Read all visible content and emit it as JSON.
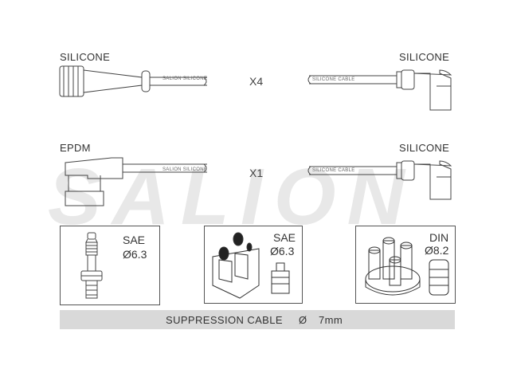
{
  "watermark": "SALION",
  "rows": [
    {
      "left_label": "SILICONE",
      "right_label": "SILICONE",
      "quantity": "X4",
      "left_cable_text": "SALION SILICONE",
      "right_cable_text": "SILICONE CABLE"
    },
    {
      "left_label": "EPDM",
      "right_label": "SILICONE",
      "quantity": "X1",
      "left_cable_text": "SALION SILICONE",
      "right_cable_text": "SILICONE CABLE"
    }
  ],
  "terminals": [
    {
      "standard": "SAE",
      "diameter": "Ø6.3",
      "part": "spark-plug"
    },
    {
      "standard": "SAE",
      "diameter": "Ø6.3",
      "part": "distributor-cap-with-terminal"
    },
    {
      "standard": "DIN",
      "diameter": "Ø8.2",
      "part": "distributor-cap-with-boot"
    }
  ],
  "footer": {
    "label": "SUPPRESSION CABLE",
    "symbol": "Ø",
    "size": "7mm"
  }
}
